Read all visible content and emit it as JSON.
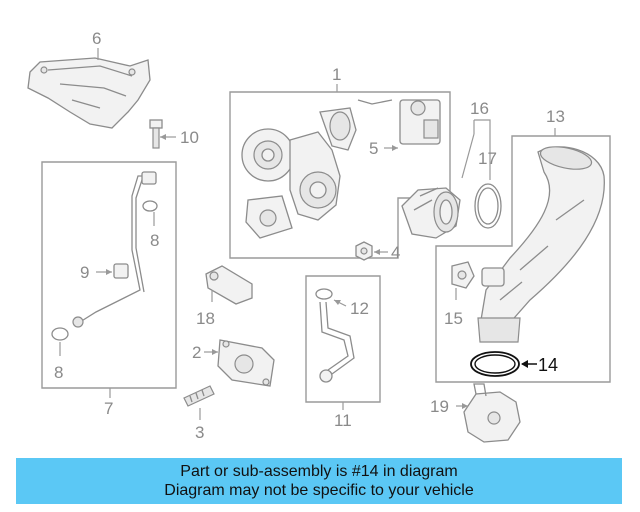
{
  "callouts": {
    "c1": "1",
    "c2": "2",
    "c3": "3",
    "c4": "4",
    "c5": "5",
    "c6": "6",
    "c7": "7",
    "c8a": "8",
    "c8b": "8",
    "c9": "9",
    "c10": "10",
    "c11": "11",
    "c12": "12",
    "c13": "13",
    "c14": "14",
    "c15": "15",
    "c16": "16",
    "c17": "17",
    "c18": "18",
    "c19": "19"
  },
  "highlight": {
    "part": "14",
    "color": "#111111"
  },
  "banner": {
    "line1": "Part or sub-assembly is #14 in diagram",
    "line2": "Diagram may not be specific to your vehicle",
    "background": "#5bc8f5"
  }
}
